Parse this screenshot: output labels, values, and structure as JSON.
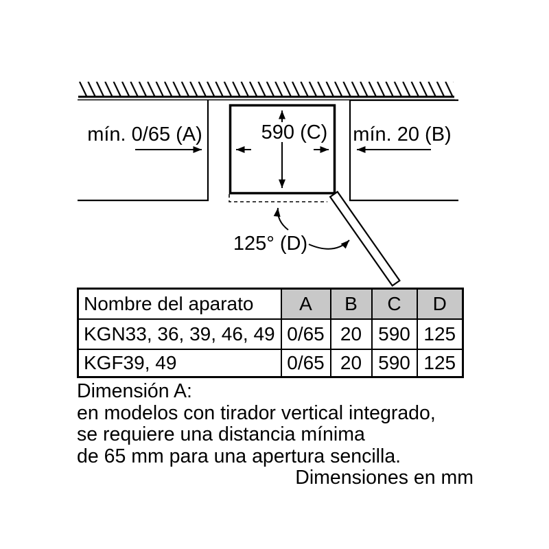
{
  "diagram": {
    "min_a_label": "mín. 0/65 (A)",
    "width_c_label": "590 (C)",
    "min_b_label": "mín. 20 (B)",
    "angle_d_label": "125° (D)"
  },
  "table": {
    "name_header": "Nombre del aparato",
    "col_headers": [
      "A",
      "B",
      "C",
      "D"
    ],
    "rows": [
      {
        "name": "KGN33, 36, 39, 46, 49",
        "values": [
          "0/65",
          "20",
          "590",
          "125"
        ]
      },
      {
        "name": "KGF39, 49",
        "values": [
          "0/65",
          "20",
          "590",
          "125"
        ]
      }
    ]
  },
  "notes": {
    "line1": "Dimensión A:",
    "line2": "en modelos con tirador vertical integrado,",
    "line3": "se requiere una distancia mínima",
    "line4": "de 65 mm para una apertura sencilla.",
    "units_note": "Dimensiones en mm"
  },
  "colors": {
    "table_header_bg": "#c8c8c8",
    "line_color": "#000000",
    "background": "#ffffff"
  }
}
